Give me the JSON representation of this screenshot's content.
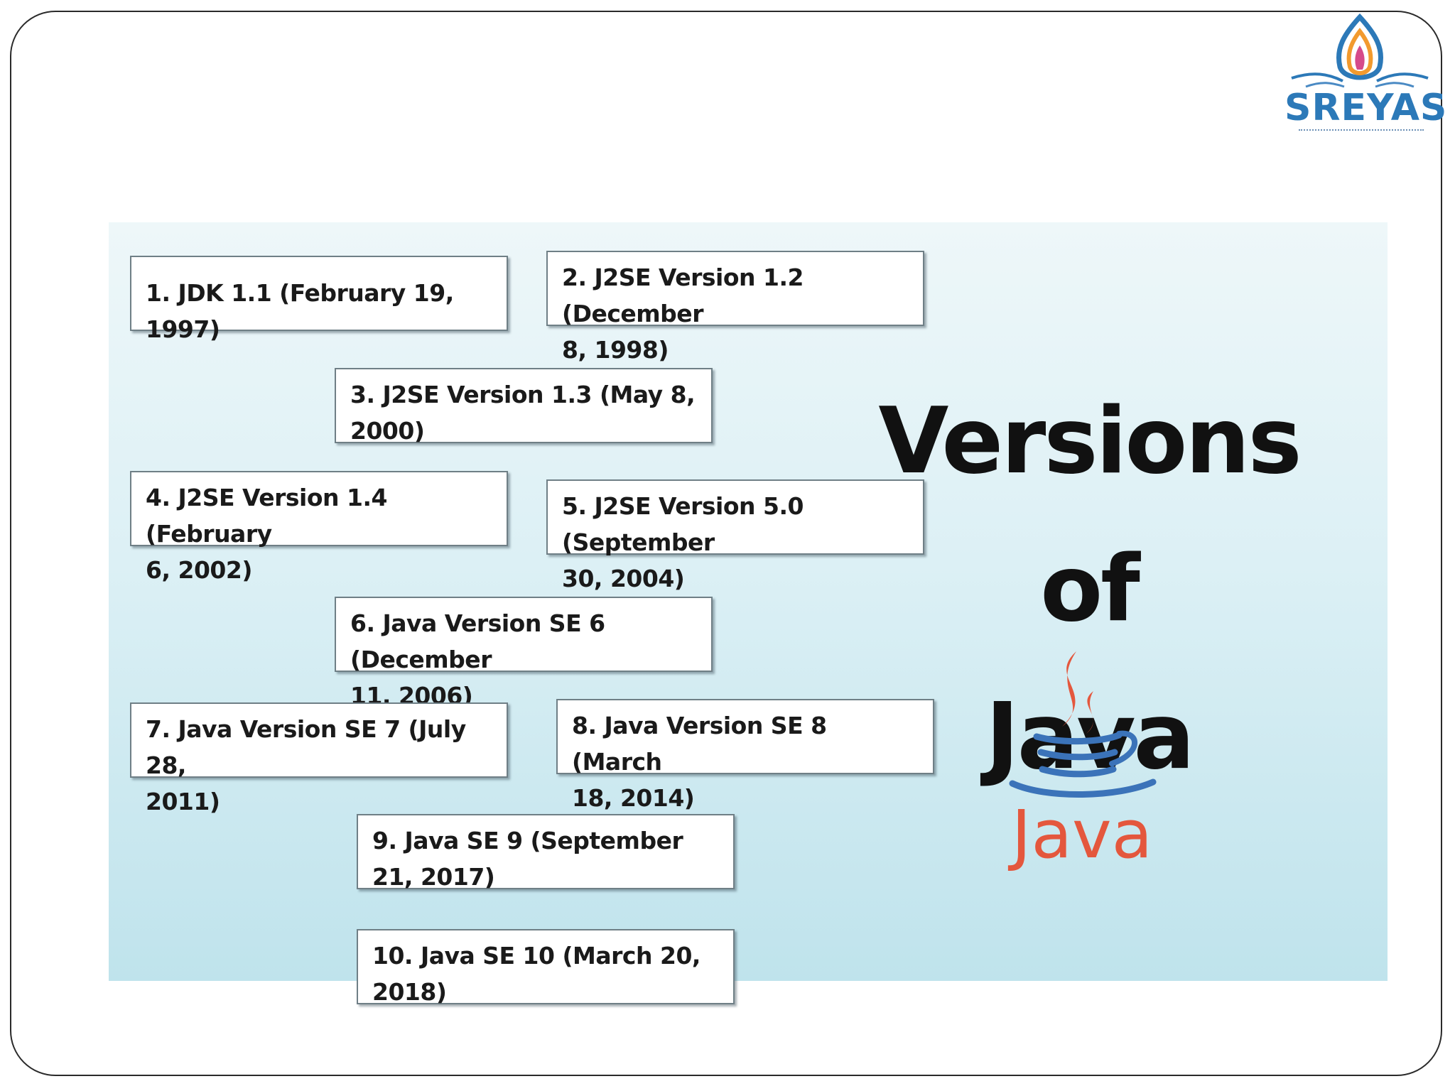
{
  "logo": {
    "brand": "SREYAS",
    "icon": "flame-drop-icon"
  },
  "heading": {
    "line1": "Versions of",
    "line2": "Java"
  },
  "versions": [
    {
      "line1": "1. JDK 1.1 (February 19, 1997)",
      "line2": ""
    },
    {
      "line1": "2. J2SE Version 1.2 (December",
      "line2": "8, 1998)"
    },
    {
      "line1": "3. J2SE Version 1.3 (May 8,",
      "line2": "2000)"
    },
    {
      "line1": "4. J2SE Version 1.4 (February",
      "line2": "6, 2002)"
    },
    {
      "line1": "5. J2SE Version 5.0 (September",
      "line2": "30, 2004)"
    },
    {
      "line1": "6. Java Version SE 6 (December",
      "line2": "11, 2006)"
    },
    {
      "line1": "7. Java Version SE 7 (July 28,",
      "line2": "2011)"
    },
    {
      "line1": "8. Java Version SE 8 (March",
      "line2": "18, 2014)"
    },
    {
      "line1": "9. Java SE 9 (September",
      "line2": "21, 2017)"
    },
    {
      "line1": "10. Java SE 10 (March 20, 2018)",
      "line2": ""
    }
  ],
  "java_logo": {
    "word": "Java",
    "icon": "java-coffee-cup-icon",
    "colors": {
      "flame": "#e4573d",
      "cup": "#3b73b9"
    }
  }
}
